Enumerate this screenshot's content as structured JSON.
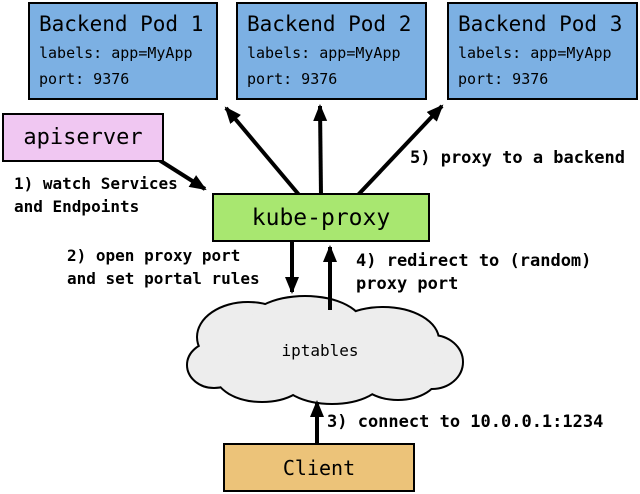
{
  "colors": {
    "background": "#FFFFFF",
    "border": "#000000",
    "pod_fill": "#7CB0E3",
    "apiserver_fill": "#F0C7F2",
    "kube_proxy_fill": "#A8E770",
    "client_fill": "#ECC379",
    "cloud_fill": "#EDEDED"
  },
  "pods": [
    {
      "title": "Backend Pod 1",
      "labels_line": "labels: app=MyApp",
      "port_line": "port: 9376"
    },
    {
      "title": "Backend Pod 2",
      "labels_line": "labels: app=MyApp",
      "port_line": "port: 9376"
    },
    {
      "title": "Backend Pod 3",
      "labels_line": "labels: app=MyApp",
      "port_line": "port: 9376"
    }
  ],
  "nodes": {
    "apiserver": "apiserver",
    "kube_proxy": "kube-proxy",
    "iptables": "iptables",
    "client": "Client"
  },
  "steps": {
    "step1": [
      "1) watch Services",
      "and Endpoints"
    ],
    "step2": [
      "2) open proxy port",
      "and set portal rules"
    ],
    "step3": [
      "3) connect to 10.0.0.1:1234"
    ],
    "step4": [
      "4) redirect to (random)",
      "proxy port"
    ],
    "step5": [
      "5) proxy to a backend"
    ]
  }
}
